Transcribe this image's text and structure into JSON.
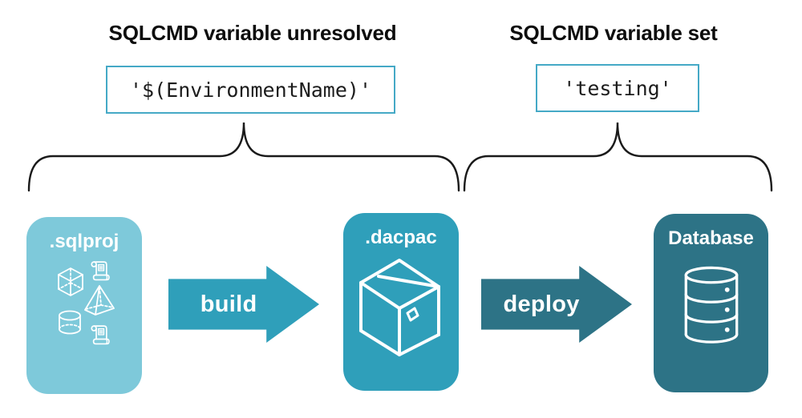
{
  "diagram": {
    "background": "#ffffff",
    "annotations": {
      "unresolved": {
        "title": "SQLCMD variable unresolved",
        "code": "'$(EnvironmentName)'"
      },
      "set": {
        "title": "SQLCMD variable set",
        "code": "'testing'"
      }
    },
    "stages": [
      {
        "label": ".sqlproj",
        "color": "#7ec9da",
        "icon": "sql-project-objects-icon"
      },
      {
        "label": ".dacpac",
        "color": "#2f9fba",
        "icon": "package-box-icon"
      },
      {
        "label": "Database",
        "color": "#2d7386",
        "icon": "database-cylinder-icon"
      }
    ],
    "arrows": [
      {
        "label": "build",
        "color": "#2f9fba"
      },
      {
        "label": "deploy",
        "color": "#2d7386"
      }
    ],
    "code_box_border_color": "#45a9c6",
    "brace_color": "#1a1a1a"
  }
}
